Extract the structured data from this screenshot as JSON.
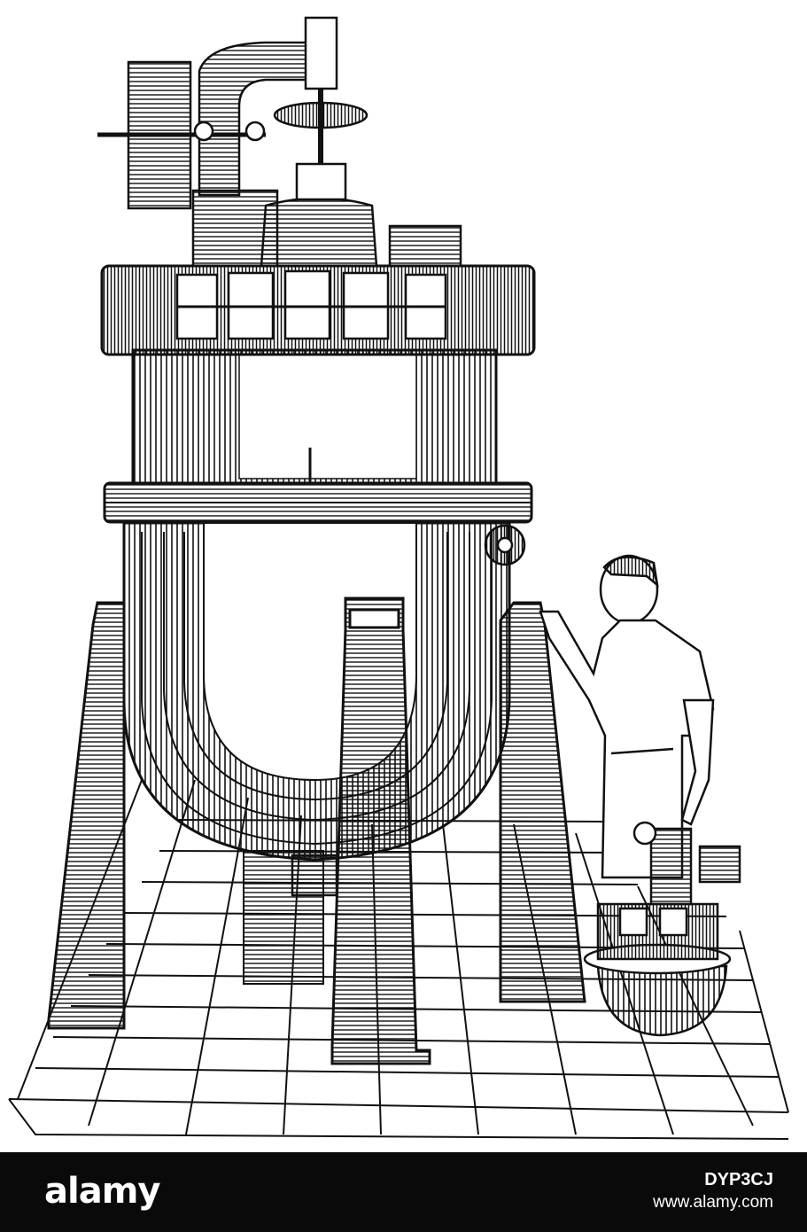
{
  "illustration": {
    "subject": "engraving of large coiled refrigeration vessel on four stands with workman and small model",
    "ink_color": "#111111",
    "paper_color": "#ffffff"
  },
  "watermark": {
    "brand": "alamy",
    "image_id": "DYP3CJ",
    "url": "www.alamy.com",
    "background_color": "#0a0a0a",
    "text_color": "#ffffff"
  }
}
